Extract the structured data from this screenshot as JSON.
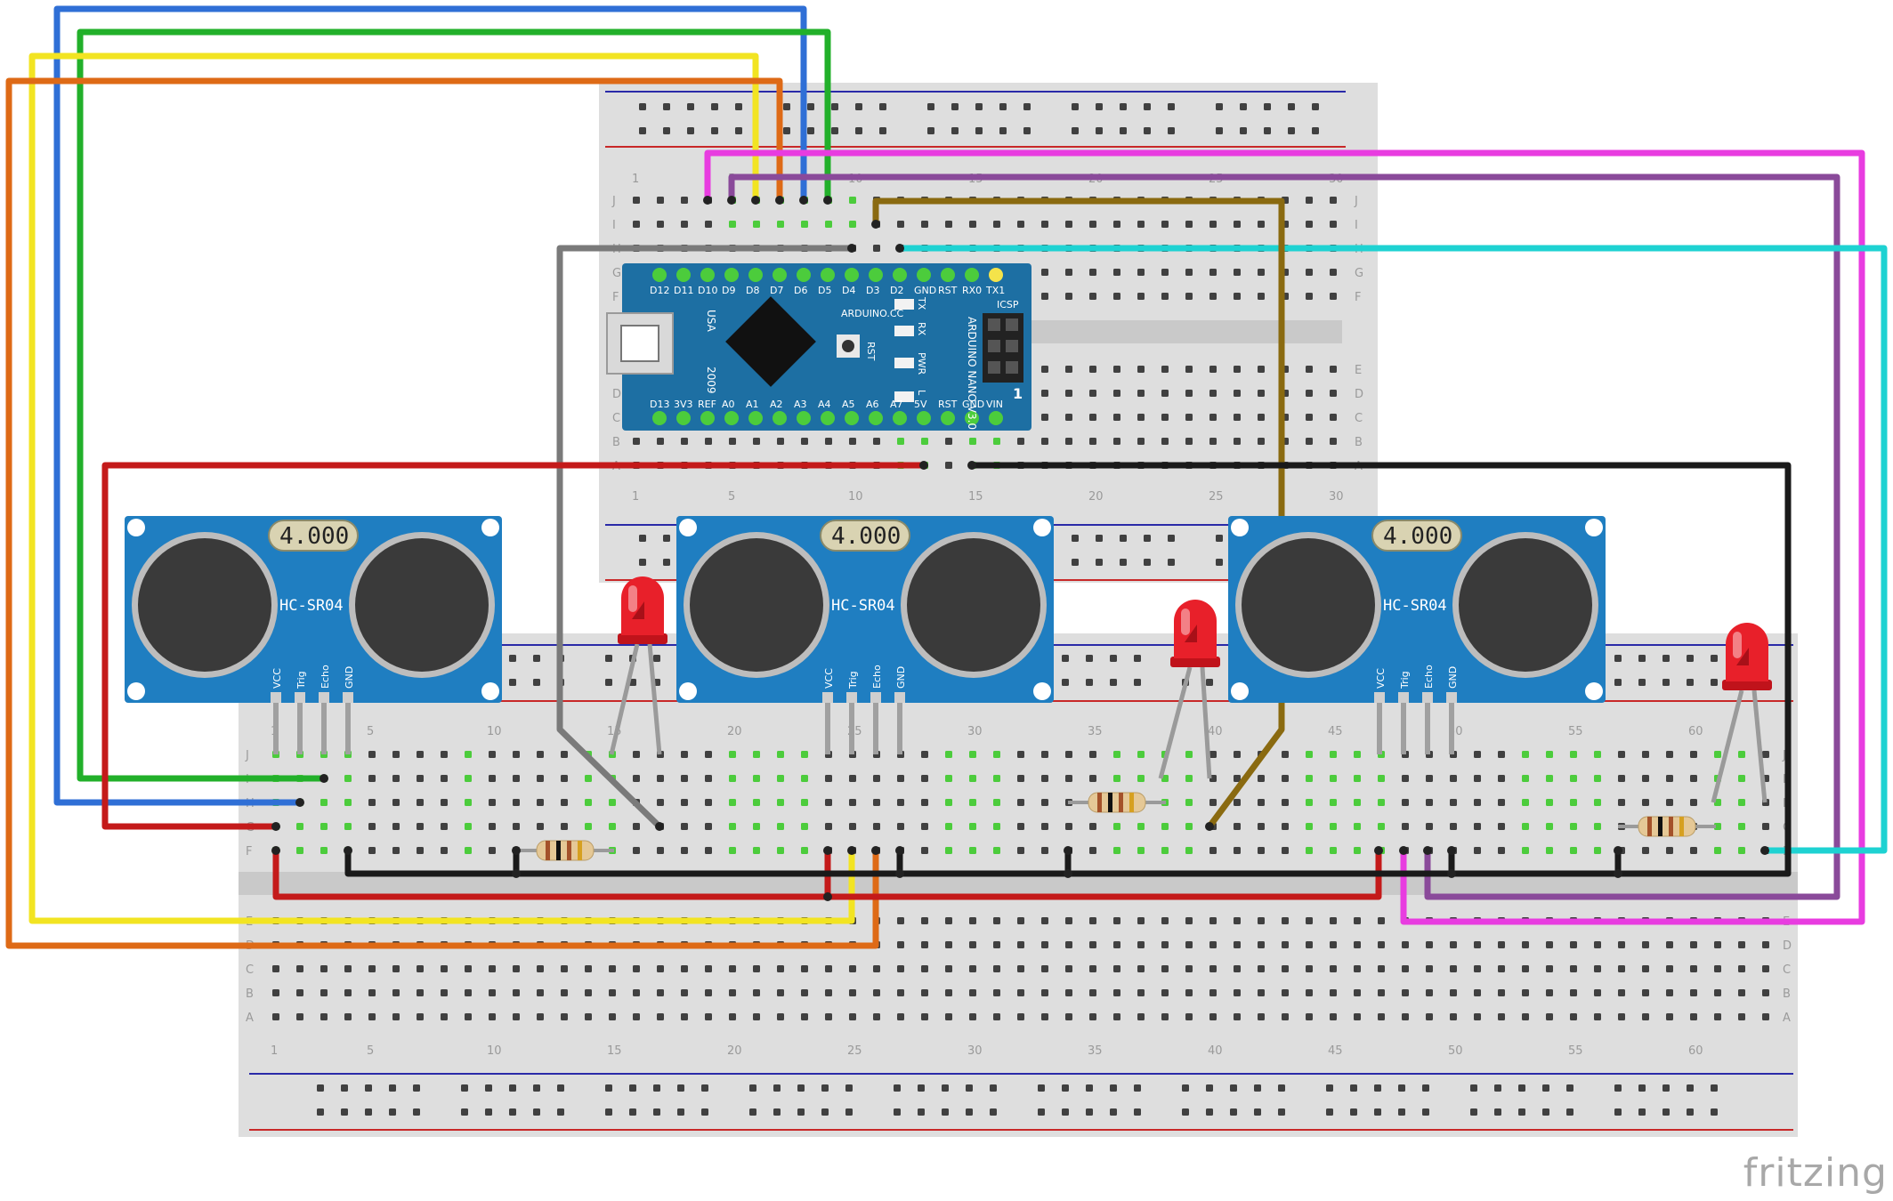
{
  "branding": {
    "app": "fritzing"
  },
  "colors": {
    "breadboard": "#dedede",
    "rail_blue": "#2a2aa8",
    "rail_red": "#c82828",
    "hole": "#404040",
    "connected": "#4ccc3c",
    "nano_board": "#1d6fa3",
    "sensor_board": "#1f7ec1",
    "led": "#e8202a"
  },
  "breadboard": {
    "row_labels_top": [
      "J",
      "I",
      "H",
      "G",
      "F"
    ],
    "row_labels_bottom": [
      "E",
      "D",
      "C",
      "B",
      "A"
    ],
    "column_numbers": [
      "1",
      "5",
      "10",
      "15",
      "20",
      "25",
      "30",
      "35",
      "40",
      "45",
      "50",
      "55",
      "60"
    ]
  },
  "nano": {
    "top_pins": [
      "D12",
      "D11",
      "D10",
      "D9",
      "D8",
      "D7",
      "D6",
      "D5",
      "D4",
      "D3",
      "D2",
      "GND",
      "RST",
      "RX0",
      "TX1"
    ],
    "bottom_pins": [
      "D13",
      "3V3",
      "REF",
      "A0",
      "A1",
      "A2",
      "A3",
      "A4",
      "A5",
      "A6",
      "A7",
      "5V",
      "RST",
      "GND",
      "VIN"
    ],
    "usa": "USA",
    "year": "2009",
    "maker": "ARDUINO.CC",
    "model": "ARDUINO NANO V3.0",
    "icsp": "ICSP",
    "rst": "RST",
    "tx": "TX",
    "rx": "RX",
    "pwr": "PWR",
    "l": "L",
    "one": "1"
  },
  "sensors": [
    {
      "model": "HC-SR04",
      "crystal": "4.000",
      "pins": [
        "VCC",
        "Trig",
        "Echo",
        "GND"
      ]
    },
    {
      "model": "HC-SR04",
      "crystal": "4.000",
      "pins": [
        "VCC",
        "Trig",
        "Echo",
        "GND"
      ]
    },
    {
      "model": "HC-SR04",
      "crystal": "4.000",
      "pins": [
        "VCC",
        "Trig",
        "Echo",
        "GND"
      ]
    }
  ],
  "wires": [
    {
      "id": "wire-blue",
      "color": "#2f6fd6"
    },
    {
      "id": "wire-green",
      "color": "#22b02a"
    },
    {
      "id": "wire-yellow",
      "color": "#f2e422"
    },
    {
      "id": "wire-orange",
      "color": "#de6a16"
    },
    {
      "id": "wire-magenta",
      "color": "#e83ce0"
    },
    {
      "id": "wire-purple",
      "color": "#8a4a9a"
    },
    {
      "id": "wire-cyan",
      "color": "#1ed2d2"
    },
    {
      "id": "wire-gray",
      "color": "#7a7a7a"
    },
    {
      "id": "wire-brown",
      "color": "#8a6a10"
    },
    {
      "id": "wire-red",
      "color": "#c41a1a"
    },
    {
      "id": "wire-black",
      "color": "#1a1a1a"
    }
  ]
}
